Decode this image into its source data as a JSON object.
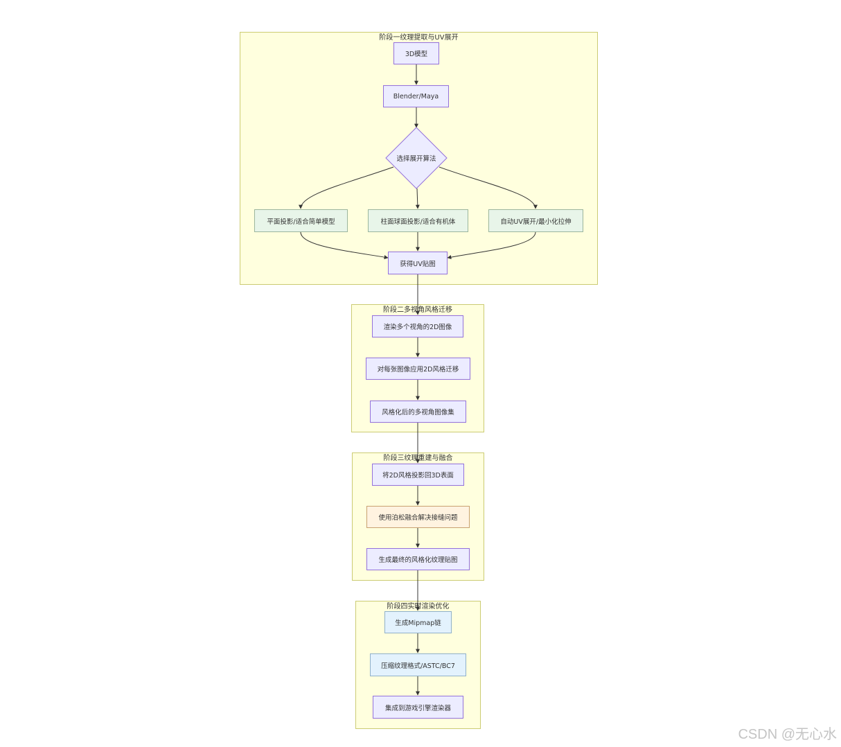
{
  "stages": [
    {
      "title": "阶段一纹理提取与UV展开"
    },
    {
      "title": "阶段二多视角风格迁移"
    },
    {
      "title": "阶段三纹理重建与融合"
    },
    {
      "title": "阶段四实时渲染优化"
    }
  ],
  "nodes": {
    "model3d": "3D模型",
    "blender": "Blender/Maya",
    "choose": "选择展开算法",
    "planar": "平面投影/适合简单模型",
    "cylinder": "柱面球面投影/适合有机体",
    "autouv": "自动UV展开/最小化拉伸",
    "uvmap": "获得UV贴图",
    "render_views": "渲染多个视角的2D图像",
    "apply_style": "对每张图像应用2D风格迁移",
    "styled_set": "风格化后的多视角图像集",
    "project_back": "将2D风格投影回3D表面",
    "poisson": "使用泊松融合解决接缝问题",
    "final_texture": "生成最终的风格化纹理贴图",
    "mipmap": "生成Mipmap链",
    "compress": "压缩纹理格式/ASTC/BC7",
    "integrate": "集成到游戏引擎渲染器"
  },
  "watermark": "CSDN @无心水",
  "colors": {
    "cluster_fill": "#ffffde",
    "cluster_border": "#cbcb72",
    "node_default": "#ececff",
    "node_green": "#e8f5e9",
    "node_orange": "#fff3e0",
    "node_blue": "#e3f2fd",
    "edge": "#333333"
  }
}
